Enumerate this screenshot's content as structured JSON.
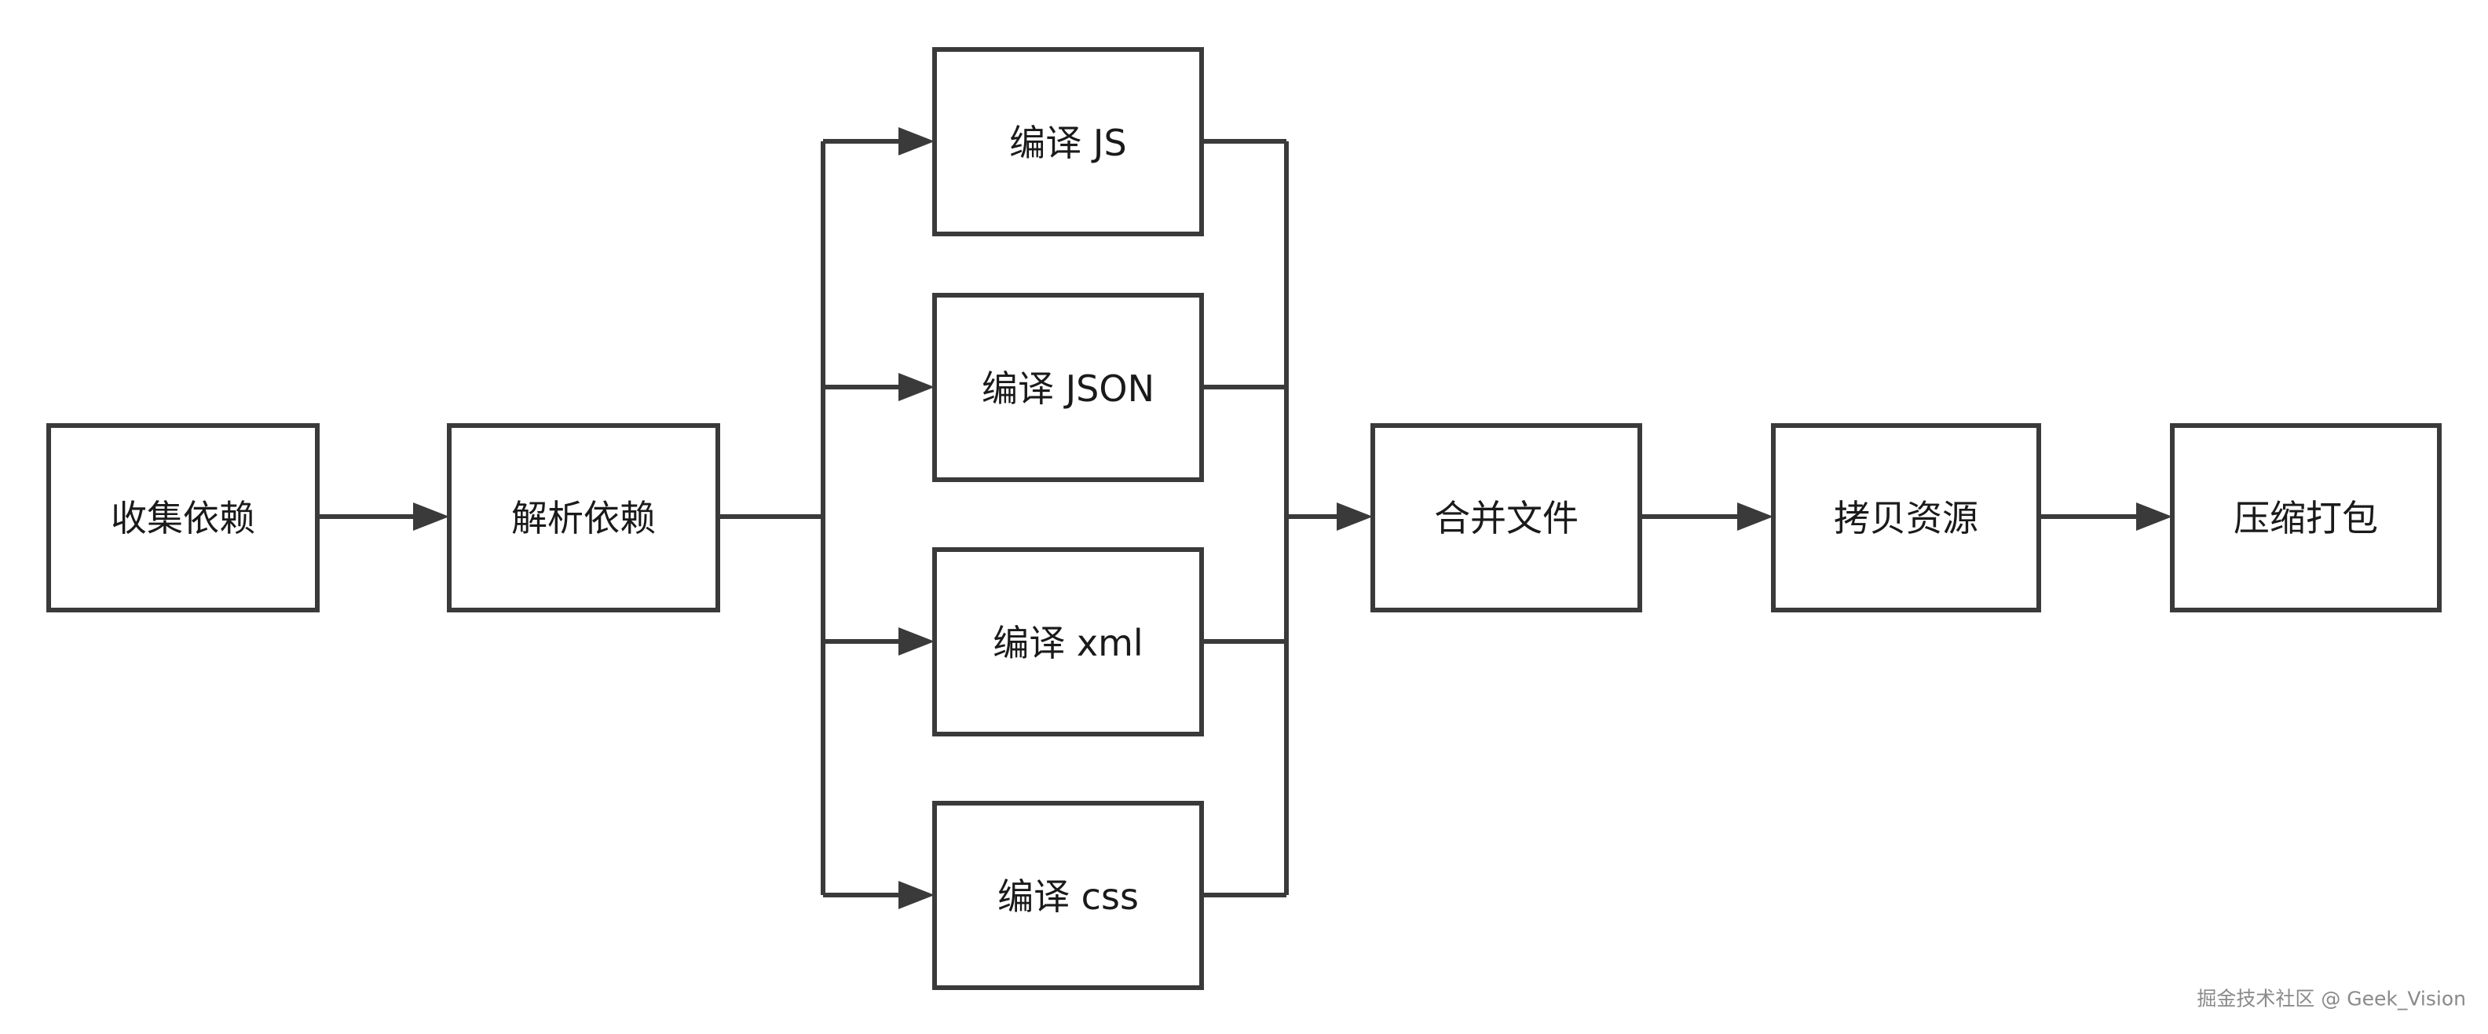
{
  "nodes": {
    "collect": "收集依赖",
    "parse": "解析依赖",
    "compile_js": "编译 JS",
    "compile_json": "编译 JSON",
    "compile_xml": "编译 xml",
    "compile_css": "编译 css",
    "merge": "合并文件",
    "copy": "拷贝资源",
    "package": "压缩打包"
  },
  "watermark": "掘金技术社区 @ Geek_Vision",
  "colors": {
    "stroke": "#3a3a3a",
    "text": "#1a1a1a",
    "background": "#ffffff",
    "watermark": "#8a8a8a"
  }
}
